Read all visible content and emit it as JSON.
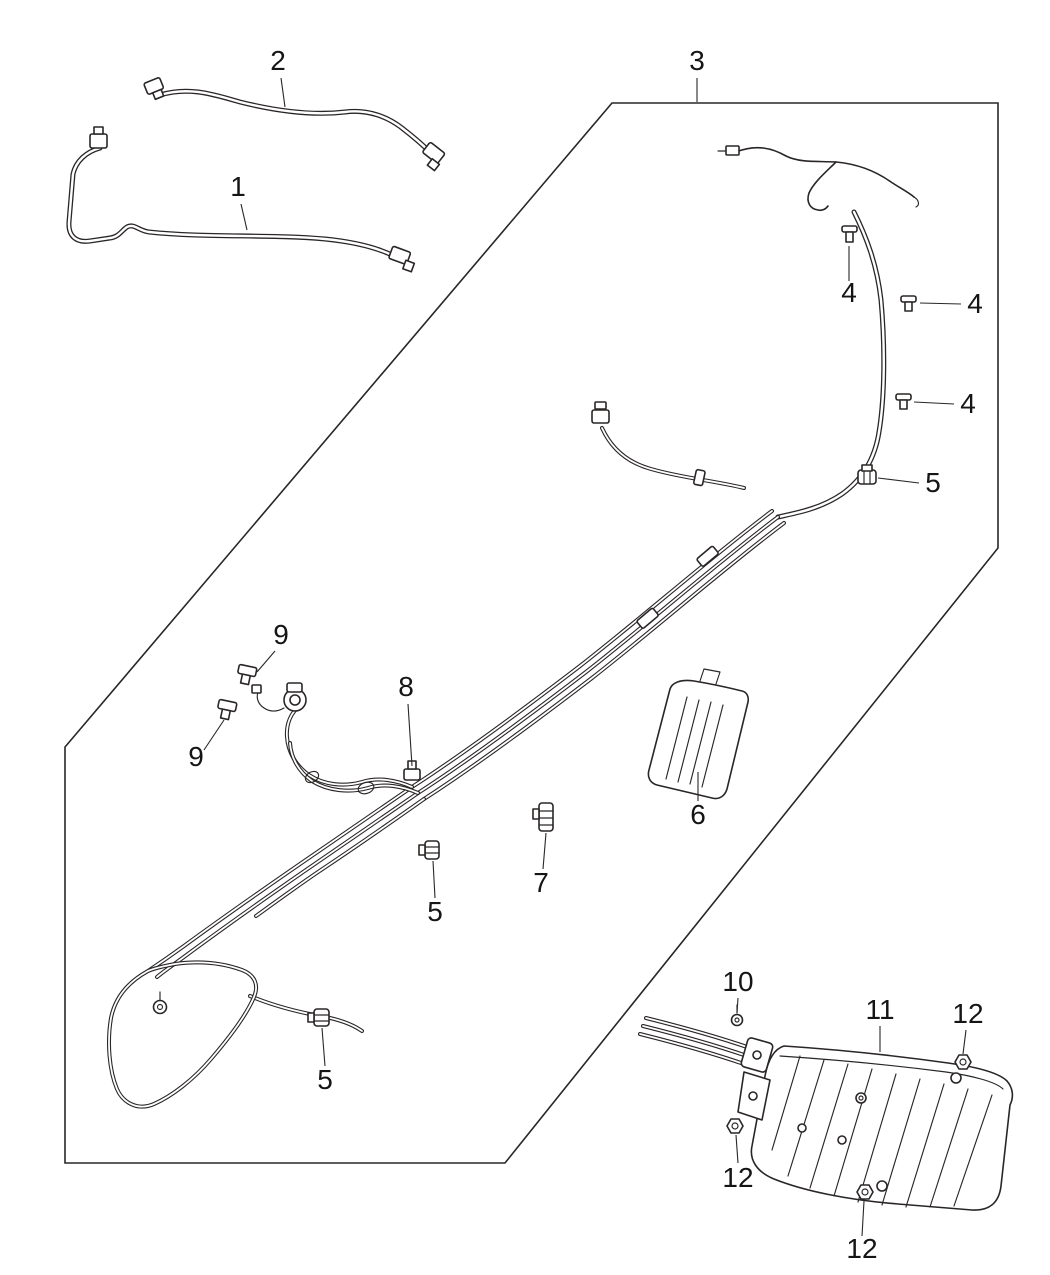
{
  "diagram": {
    "background_color": "#ffffff",
    "line_color": "#2a2626",
    "text_color": "#151515"
  },
  "callouts": [
    {
      "label": "2"
    },
    {
      "label": "1"
    },
    {
      "label": "3"
    },
    {
      "label": "4"
    },
    {
      "label": "4"
    },
    {
      "label": "4"
    },
    {
      "label": "5"
    },
    {
      "label": "5"
    },
    {
      "label": "5"
    },
    {
      "label": "6"
    },
    {
      "label": "7"
    },
    {
      "label": "8"
    },
    {
      "label": "9"
    },
    {
      "label": "9"
    },
    {
      "label": "10"
    },
    {
      "label": "11"
    },
    {
      "label": "12"
    },
    {
      "label": "12"
    },
    {
      "label": "12"
    }
  ]
}
